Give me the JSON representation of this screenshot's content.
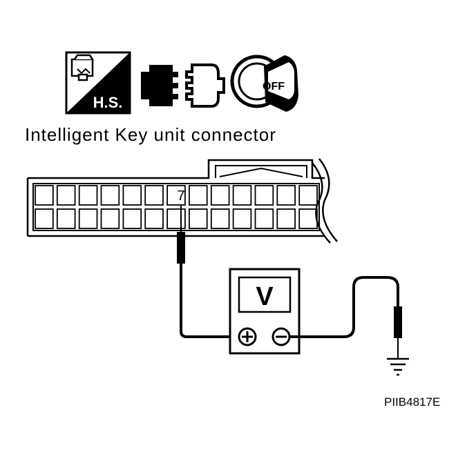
{
  "title": "Intelligent Key unit connector",
  "harness_side_label": "H.S.",
  "ignition_key_label": "OFF",
  "terminal_label": "7",
  "meter_label": "V",
  "figure_code": "PIIB4817E",
  "icons": [
    "harness-side-connector-icon",
    "disconnect-connector-icon",
    "ignition-key-off-icon",
    "ground-icon"
  ],
  "colors": {
    "ink": "#000000",
    "paper": "#ffffff"
  }
}
